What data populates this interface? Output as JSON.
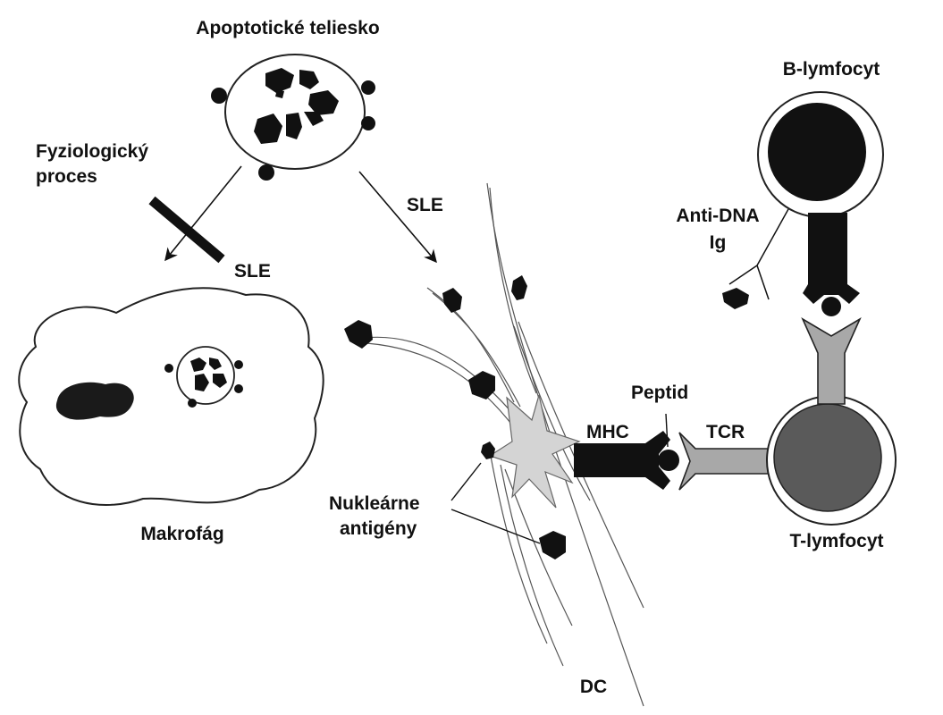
{
  "labels": {
    "apoptotic_body": "Apoptotické teliesko",
    "physiological_process_1": "Fyziologický",
    "physiological_process_2": "proces",
    "sle_blocked": "SLE",
    "sle_path": "SLE",
    "macrophage": "Makrofág",
    "nuclear_antigens_1": "Nukleárne",
    "nuclear_antigens_2": "antigény",
    "dendritic_cell": "DC",
    "mhc": "MHC",
    "peptide": "Peptid",
    "tcr": "TCR",
    "anti_dna_1": "Anti-DNA",
    "anti_dna_2": "Ig",
    "b_lymphocyte": "B-lymfocyt",
    "t_lymphocyte": "T-lymfocyt"
  },
  "colors": {
    "ink": "#111111",
    "stroke": "#222222",
    "dc_body": "#d4d4d4",
    "receptor_gray": "#a8a8a8",
    "t_nucleus": "#5a5a5a",
    "background": "#ffffff"
  }
}
